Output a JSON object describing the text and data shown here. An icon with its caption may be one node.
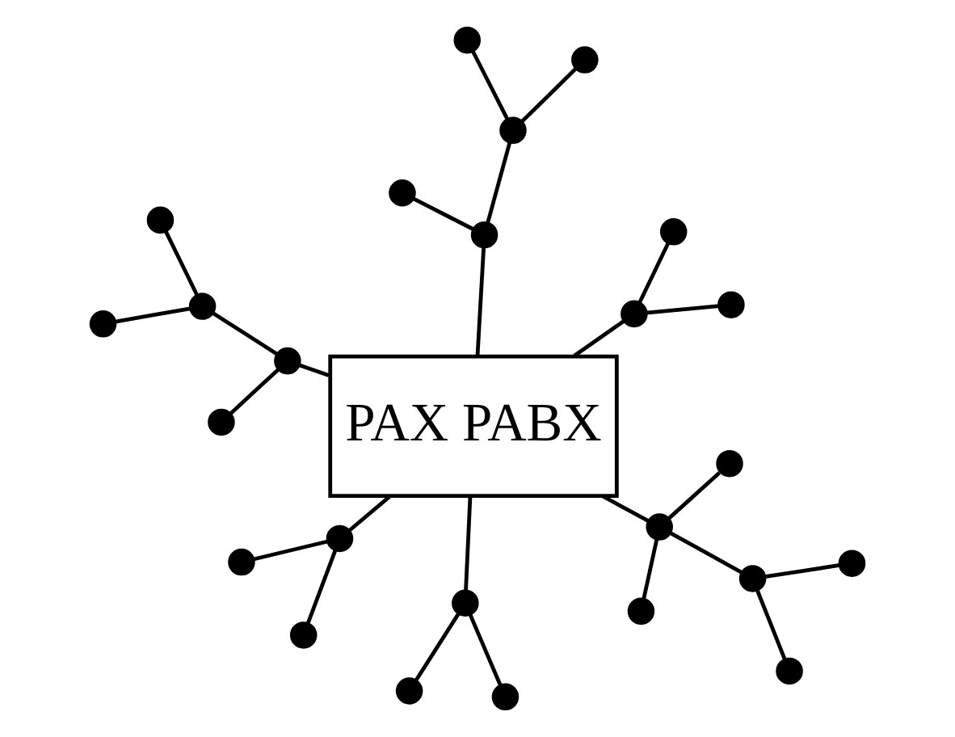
{
  "diagram": {
    "nodes": [
      {
        "text": [
          "PAX PABX"
        ]
      },
      {
        "text": [],
        "shape": "circle"
      },
      {
        "text": [],
        "shape": "circle"
      },
      {
        "text": [],
        "shape": "circle"
      },
      {
        "text": [],
        "shape": "circle"
      },
      {
        "text": [],
        "shape": "circle"
      },
      {
        "text": [],
        "shape": "circle"
      },
      {
        "text": [],
        "shape": "circle"
      },
      {
        "text": [],
        "shape": "circle"
      },
      {
        "text": [],
        "shape": "circle"
      },
      {
        "text": [],
        "shape": "circle"
      },
      {
        "text": [],
        "shape": "circle"
      },
      {
        "text": [],
        "shape": "circle"
      },
      {
        "text": [],
        "shape": "circle"
      },
      {
        "text": [],
        "shape": "circle"
      },
      {
        "text": [],
        "shape": "circle"
      },
      {
        "text": [],
        "shape": "circle"
      },
      {
        "text": [],
        "shape": "circle"
      },
      {
        "text": [],
        "shape": "circle"
      },
      {
        "text": [],
        "shape": "circle"
      },
      {
        "text": [],
        "shape": "circle"
      },
      {
        "text": [],
        "shape": "circle"
      },
      {
        "text": [],
        "shape": "circle"
      },
      {
        "text": [],
        "shape": "circle"
      },
      {
        "text": [],
        "shape": "circle"
      },
      {
        "text": [],
        "shape": "circle"
      }
    ],
    "edges": [
      {
        "from": 0,
        "to": 5,
        "arrow": "none"
      },
      {
        "from": 5,
        "to": 2,
        "arrow": "none"
      },
      {
        "from": 5,
        "to": 3,
        "arrow": "none"
      },
      {
        "from": 3,
        "to": 1,
        "arrow": "none"
      },
      {
        "from": 3,
        "to": 4,
        "arrow": "none"
      },
      {
        "from": 0,
        "to": 8,
        "arrow": "none"
      },
      {
        "from": 8,
        "to": 6,
        "arrow": "none"
      },
      {
        "from": 8,
        "to": 10,
        "arrow": "none"
      },
      {
        "from": 0,
        "to": 9,
        "arrow": "none"
      },
      {
        "from": 9,
        "to": 7,
        "arrow": "none"
      },
      {
        "from": 9,
        "to": 11,
        "arrow": "none"
      },
      {
        "from": 0,
        "to": 12,
        "arrow": "none"
      },
      {
        "from": 12,
        "to": 14,
        "arrow": "none"
      },
      {
        "from": 12,
        "to": 20,
        "arrow": "none"
      },
      {
        "from": 12,
        "to": 21,
        "arrow": "none"
      },
      {
        "from": 21,
        "to": 22,
        "arrow": "none"
      },
      {
        "from": 21,
        "to": 25,
        "arrow": "none"
      },
      {
        "from": 0,
        "to": 16,
        "arrow": "none"
      },
      {
        "from": 16,
        "to": 19,
        "arrow": "none"
      },
      {
        "from": 16,
        "to": 23,
        "arrow": "none"
      },
      {
        "from": 0,
        "to": 13,
        "arrow": "none"
      },
      {
        "from": 13,
        "to": 15,
        "arrow": "none"
      },
      {
        "from": 13,
        "to": 18,
        "arrow": "none"
      },
      {
        "from": 18,
        "to": 17,
        "arrow": "none"
      },
      {
        "from": 18,
        "to": 24,
        "arrow": "none"
      }
    ]
  }
}
